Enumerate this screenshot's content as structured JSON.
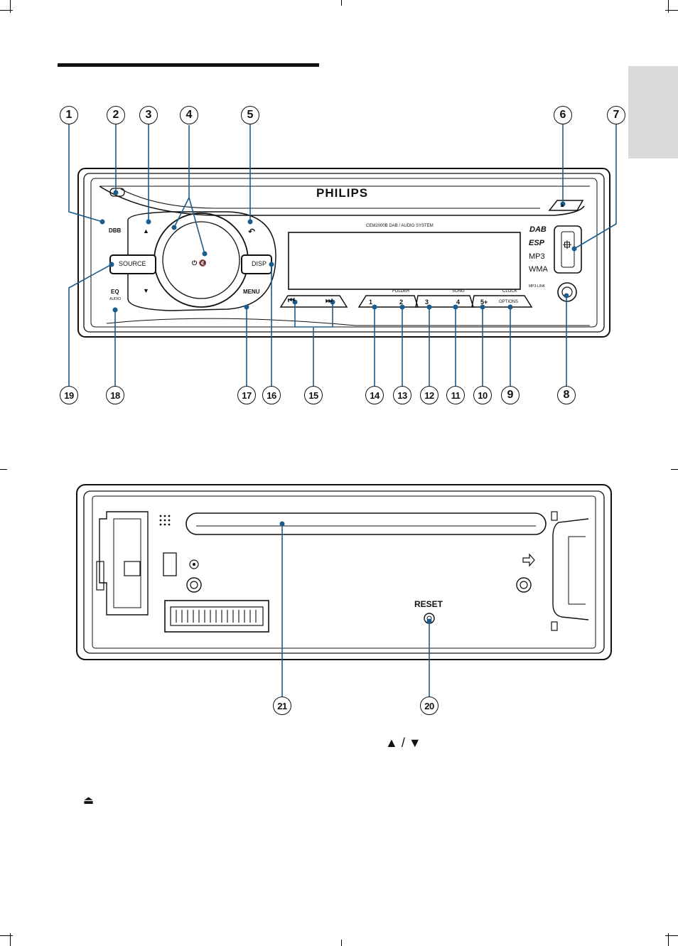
{
  "front_panel": {
    "brand": "PHILIPS",
    "model_text": "CEM2000B DAB / AUDIO SYSTEM",
    "buttons": {
      "dbb": "DBB",
      "source": "SOURCE",
      "disp": "DISP",
      "menu": "MENU",
      "eq": "EQ",
      "audio": "AUDIO",
      "folder": "FOLDER",
      "song": "SONG",
      "clock": "CLOCK",
      "preset_1": "1",
      "preset_2": "2",
      "preset_3": "3",
      "preset_4": "4",
      "preset_5": "5+",
      "options": "OPTIONS",
      "mp3_link": "MP3-LINK",
      "up_arrow": "▲",
      "down_arrow": "▼",
      "power_mute": "⏻ 🔇",
      "back": "↶",
      "prev": "⏮",
      "next": "⏭",
      "eject": "▲"
    },
    "logos": [
      "DAB",
      "ESP",
      "MP3",
      "WMA"
    ]
  },
  "back_panel": {
    "reset_label": "RESET"
  },
  "callouts": {
    "c1": "1",
    "c2": "2",
    "c3": "3",
    "c4": "4",
    "c5": "5",
    "c6": "6",
    "c7": "7",
    "c8": "8",
    "c9": "9",
    "c10": "10",
    "c11": "11",
    "c12": "12",
    "c13": "13",
    "c14": "14",
    "c15": "15",
    "c16": "16",
    "c17": "17",
    "c18": "18",
    "c19": "19",
    "c20": "20",
    "c21": "21"
  },
  "footer": {
    "up_down_symbols": "▲ / ▼",
    "eject_symbol": "⏏"
  }
}
